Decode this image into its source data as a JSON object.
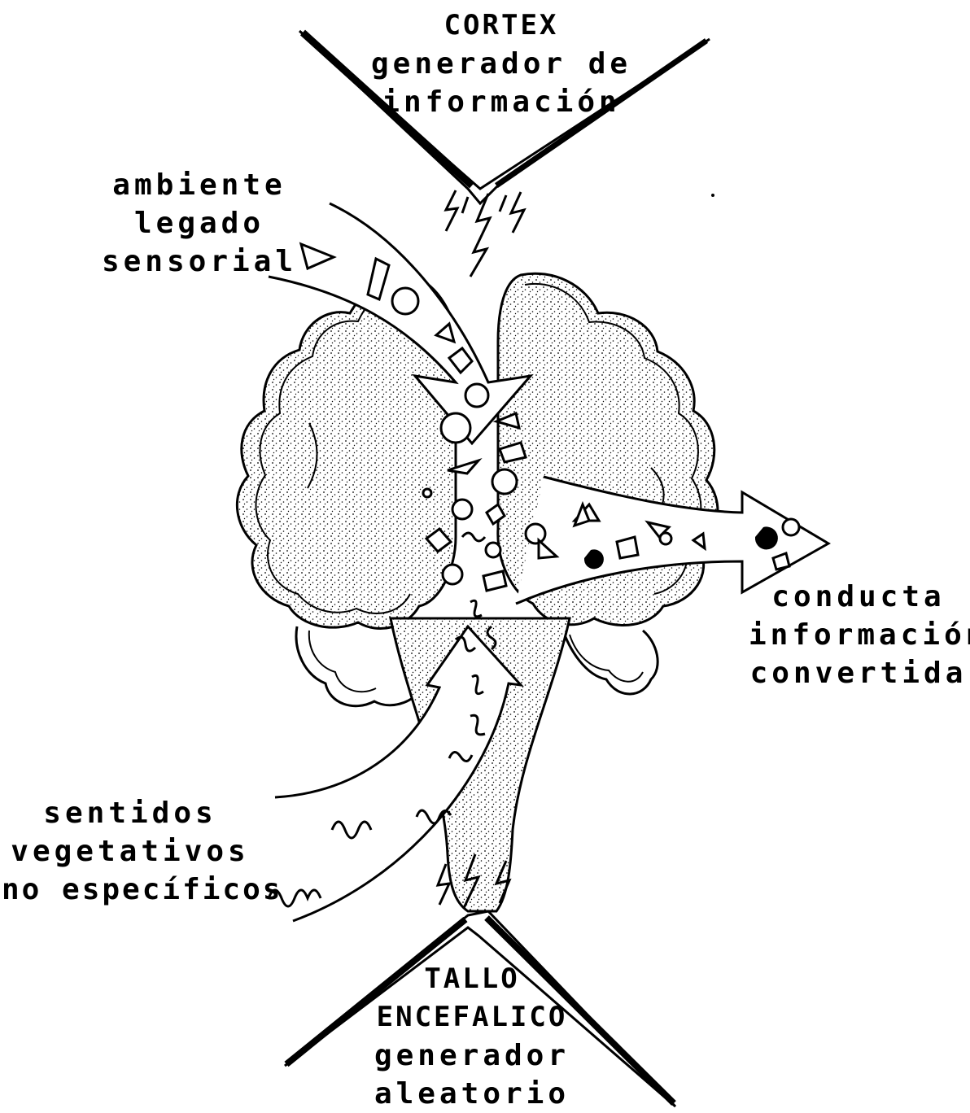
{
  "labels": {
    "cortex": {
      "title": "CORTEX",
      "line1": "generador de",
      "line2": "información"
    },
    "environment": {
      "line1": "ambiente",
      "line2": "legado",
      "line3": "sensorial"
    },
    "behavior": {
      "line1": "conducta",
      "line2": "información",
      "line3": "convertida"
    },
    "senses": {
      "line1": "sentidos",
      "line2": "vegetativos",
      "line3": "no específicos"
    },
    "brainstem": {
      "title1": "TALLO",
      "title2": "ENCEFALICO",
      "line1": "generador",
      "line2": "aleatorio"
    }
  }
}
